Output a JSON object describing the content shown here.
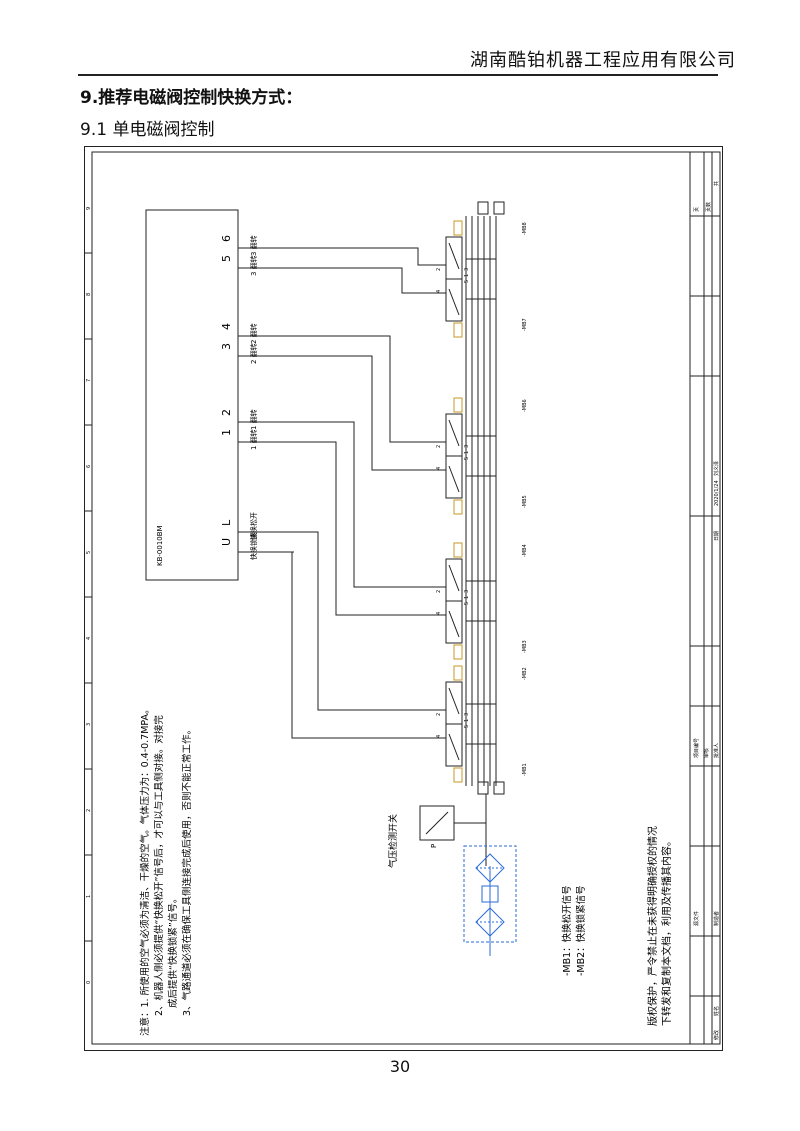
{
  "header": {
    "company": "湖南酷铂机器工程应用有限公司",
    "section_title": "9.推荐电磁阀控制快换方式：",
    "subsection_title": "9.1 单电磁阀控制"
  },
  "drawing": {
    "module_label": "KB-0010BM",
    "terminals": [
      "U",
      "L",
      "1",
      "2",
      "3",
      "4",
      "5",
      "6"
    ],
    "channel_labels": [
      "快换锁紧",
      "快换松开",
      "1 翻转",
      "1 翻转",
      "2 翻转",
      "2 翻转",
      "3 翻转",
      "3 翻转"
    ],
    "valve_tags": [
      "-MB1",
      "-MB2",
      "-MB3",
      "-MB4",
      "-MB5",
      "-MB6",
      "-MB7",
      "-MB8"
    ],
    "port_numbers": [
      "4",
      "2",
      "5",
      "1",
      "3"
    ],
    "border_ticks": [
      "0",
      "1",
      "2",
      "3",
      "4",
      "5",
      "6",
      "7",
      "8",
      "9"
    ],
    "pressure_switch_label": "气压检测开关",
    "pressure_port": "P",
    "notes": [
      "注意：1. 所使用的空气必须为清洁、干燥的空气。气体压力为：0.4-0.7MPA。",
      "2、机器人侧必须提供“快换松开”信号后，才可以与工具侧对接。对接完",
      "成后提供“快换锁紧”信号。",
      "3、气路通道必须在确保工具侧连接完成后使用，否则不能正常工作。"
    ],
    "signals": [
      "-MB1：快换松开信号",
      "-MB2：快换锁紧信号"
    ],
    "copyright": [
      "版权保护，严令禁止在未获得明确授权的情况",
      "下转发和复制本文档，利用及传播其内容。"
    ],
    "title_block": {
      "date_label": "日期",
      "date_value": "2020/1/24",
      "drawn_label": "制造者",
      "author": "刘义泽",
      "project_no_label": "项目编号",
      "check_label": "审核",
      "approve_label": "批准人",
      "page_label": "页",
      "page_value": "1",
      "total_label": "页数",
      "total_value": "共",
      "revision_label": "修改",
      "name_label": "姓名",
      "originator_label": "源文件"
    }
  },
  "footer": {
    "page_number": "30"
  }
}
